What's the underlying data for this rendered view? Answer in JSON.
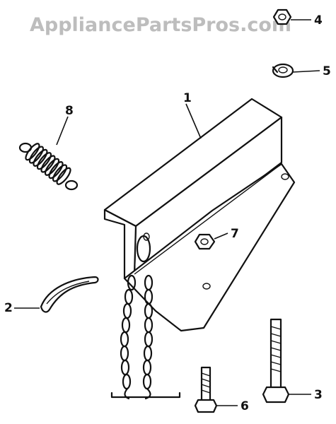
{
  "watermark": "AppliancePartsPros.com",
  "callouts": {
    "c1": "1",
    "c2": "2",
    "c3": "3",
    "c4": "4",
    "c5": "5",
    "c6": "6",
    "c7": "7",
    "c8": "8"
  },
  "colors": {
    "ink": "#111111",
    "watermark": "#bdbdbd",
    "background": "#ffffff"
  }
}
